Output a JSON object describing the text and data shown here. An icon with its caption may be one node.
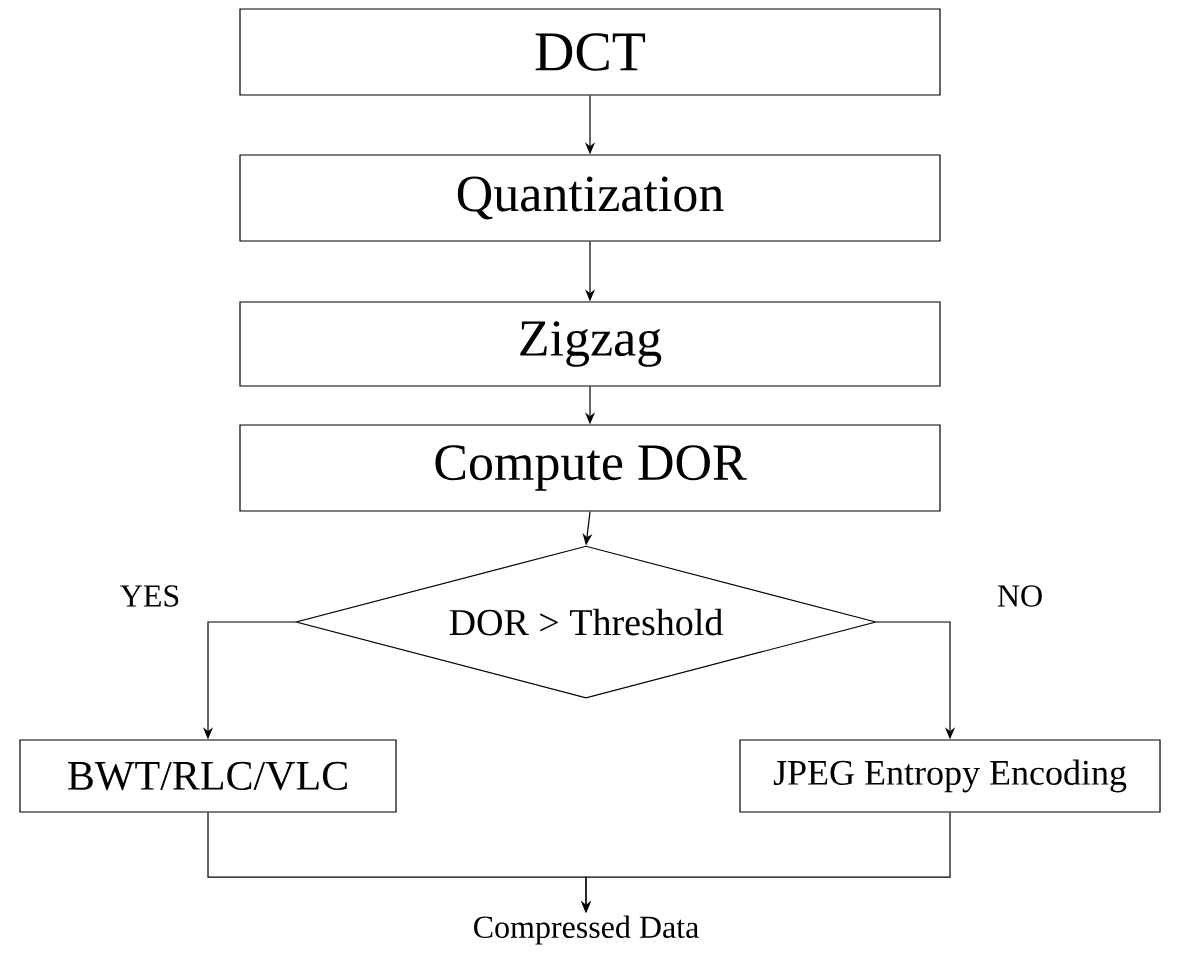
{
  "diagram": {
    "nodes": [
      {
        "text": [
          "DCT"
        ]
      },
      {
        "text": [
          "Quantization"
        ]
      },
      {
        "text": [
          "Zigzag"
        ]
      },
      {
        "text": [
          "Compute DOR"
        ]
      },
      {
        "text": [
          "DOR > Threshold"
        ]
      },
      {
        "text": [
          "BWT/RLC/VLC"
        ]
      },
      {
        "text": [
          "JPEG Entropy Encoding"
        ]
      },
      {
        "text": [
          "Compressed Data"
        ]
      }
    ],
    "edges": [
      {
        "from": 0,
        "to": 1,
        "arrow": "to"
      },
      {
        "from": 1,
        "to": 2,
        "arrow": "to"
      },
      {
        "from": 2,
        "to": 3,
        "arrow": "to"
      },
      {
        "from": 3,
        "to": 4,
        "arrow": "to"
      },
      {
        "from": 4,
        "to": 5,
        "arrow": "to",
        "label": "YES"
      },
      {
        "from": 4,
        "to": 6,
        "arrow": "to",
        "label": "NO"
      },
      {
        "from": 5,
        "to": 7,
        "arrow": "to"
      },
      {
        "from": 6,
        "to": 7,
        "arrow": "to"
      }
    ]
  }
}
